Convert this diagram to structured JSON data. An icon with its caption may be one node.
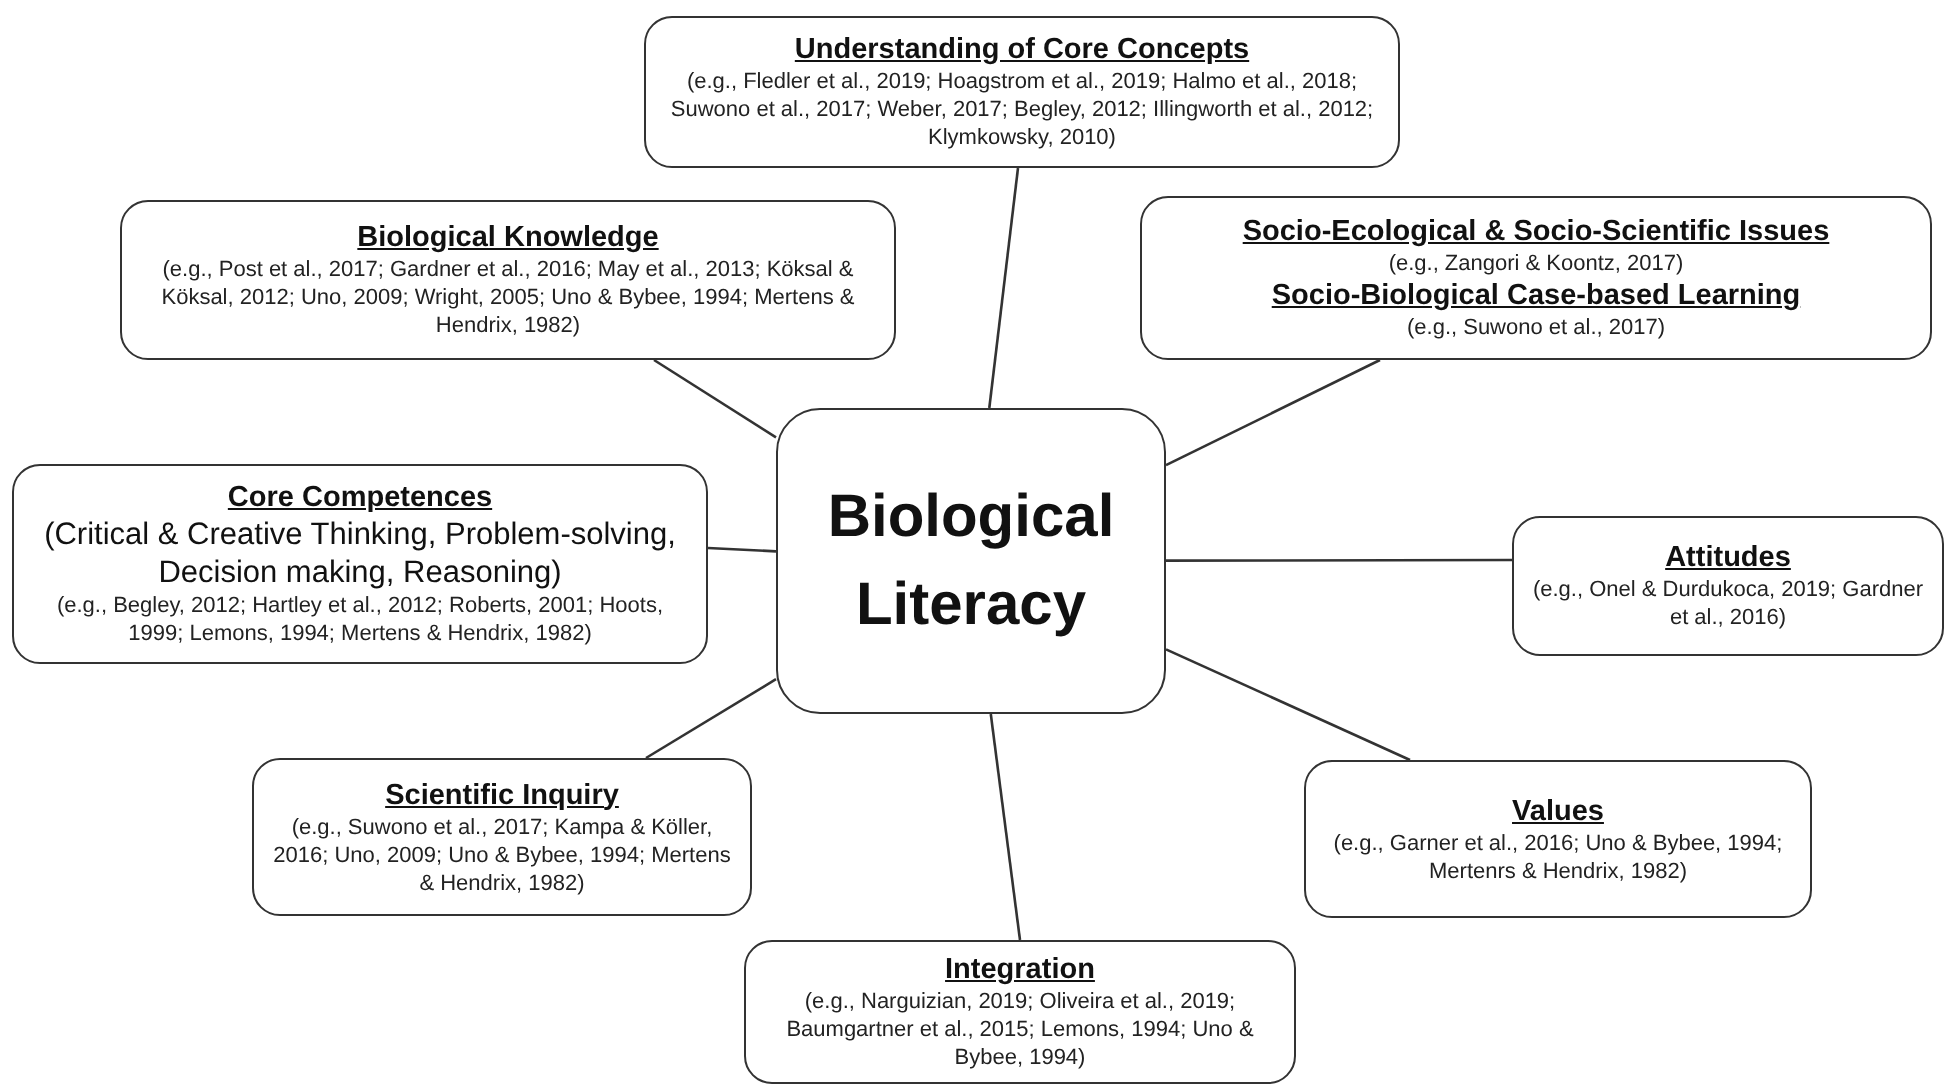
{
  "diagram": {
    "nodes": [
      {
        "text": [
          "Understanding of Core Concepts",
          "(e.g., Fledler et al., 2019; Hoagstrom et al., 2019; Halmo et al., 2018; Suwono et al., 2017; Weber, 2017; Begley, 2012; Illingworth et al., 2012; Klymkowsky, 2010)"
        ]
      },
      {
        "text": [
          "Biological Knowledge",
          "(e.g., Post et al., 2017; Gardner et al., 2016; May et al., 2013; Köksal & Köksal, 2012; Uno, 2009; Wright, 2005; Uno & Bybee, 1994; Mertens & Hendrix, 1982)"
        ]
      },
      {
        "text": [
          "Socio-Ecological & Socio-Scientific Issues",
          "(e.g., Zangori & Koontz, 2017)",
          "Socio-Biological Case-based Learning",
          "(e.g., Suwono et al., 2017)"
        ]
      },
      {
        "text": [
          "Core Competences",
          "(Critical & Creative Thinking, Problem-solving, Decision making, Reasoning)",
          "(e.g., Begley, 2012; Hartley et al., 2012; Roberts, 2001; Hoots, 1999; Lemons, 1994; Mertens & Hendrix, 1982)"
        ]
      },
      {
        "text": [
          "Biological Literacy"
        ]
      },
      {
        "text": [
          "Attitudes",
          "(e.g., Onel & Durdukoca, 2019; Gardner et al., 2016)"
        ]
      },
      {
        "text": [
          "Scientific Inquiry",
          "(e.g., Suwono et al., 2017; Kampa & Köller, 2016; Uno, 2009; Uno & Bybee, 1994; Mertens & Hendrix, 1982)"
        ]
      },
      {
        "text": [
          "Values",
          "(e.g., Garner et al., 2016; Uno & Bybee, 1994; Mertenrs & Hendrix, 1982)"
        ]
      },
      {
        "text": [
          "Integration",
          "(e.g., Narguizian, 2019; Oliveira et al., 2019; Baumgartner et al., 2015; Lemons, 1994; Uno & Bybee, 1994)"
        ]
      }
    ],
    "edges": [
      {
        "from": 4,
        "to": 0,
        "arrow": "none"
      },
      {
        "from": 4,
        "to": 1,
        "arrow": "none"
      },
      {
        "from": 4,
        "to": 2,
        "arrow": "none"
      },
      {
        "from": 4,
        "to": 3,
        "arrow": "none"
      },
      {
        "from": 4,
        "to": 5,
        "arrow": "none"
      },
      {
        "from": 4,
        "to": 6,
        "arrow": "none"
      },
      {
        "from": 4,
        "to": 7,
        "arrow": "none"
      },
      {
        "from": 4,
        "to": 8,
        "arrow": "none"
      }
    ]
  }
}
